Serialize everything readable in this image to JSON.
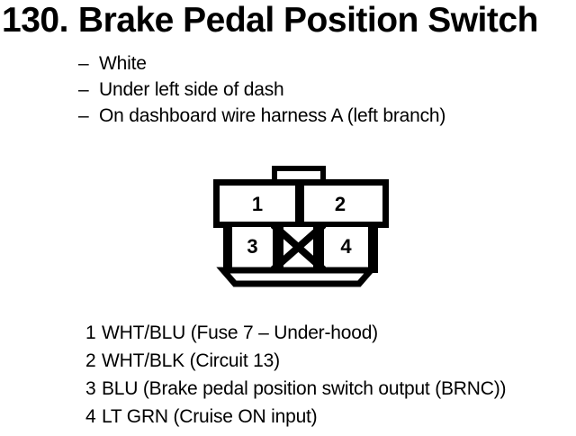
{
  "colors": {
    "ink": "#000000",
    "paper": "#ffffff"
  },
  "title": {
    "number": "130.",
    "text": "Brake Pedal Position Switch"
  },
  "bullet_marker": "–",
  "attributes": [
    {
      "text": "White"
    },
    {
      "text": "Under left side of dash"
    },
    {
      "text": "On dashboard wire harness A (left branch)"
    }
  ],
  "connector": {
    "description": "4-cavity connector, front view, one blocked cavity",
    "cavities": [
      "1",
      "2",
      "3",
      "4"
    ],
    "blocked_cavity_mark": "X"
  },
  "pins": [
    {
      "num": "1",
      "desc": "WHT/BLU (Fuse 7 – Under-hood)"
    },
    {
      "num": "2",
      "desc": "WHT/BLK (Circuit 13)"
    },
    {
      "num": "3",
      "desc": "BLU (Brake pedal position switch output (BRNC))"
    },
    {
      "num": "4",
      "desc": "LT GRN (Cruise ON input)"
    }
  ]
}
